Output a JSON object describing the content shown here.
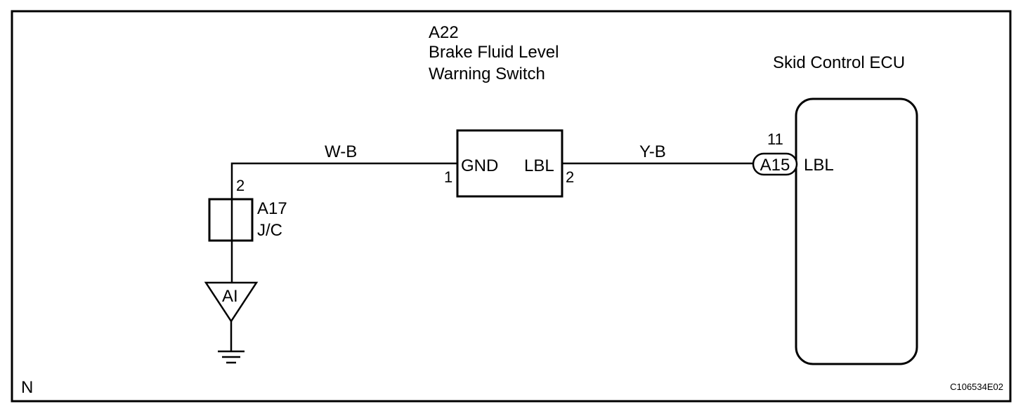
{
  "switch": {
    "code": "A22",
    "name_line1": "Brake Fluid Level",
    "name_line2": "Warning Switch",
    "gnd_label": "GND",
    "lbl_label": "LBL",
    "pin_gnd": "1",
    "pin_lbl": "2"
  },
  "ecu": {
    "name": "Skid Control ECU",
    "connector": "A15",
    "pin": "11",
    "terminal": "LBL"
  },
  "junction": {
    "code": "A17",
    "name": "J/C",
    "pin": "2"
  },
  "ground": {
    "label": "AI"
  },
  "wires": {
    "gnd_wire": "W-B",
    "signal_wire": "Y-B"
  },
  "footer": {
    "corner": "N",
    "figure_id": "C106534E02"
  }
}
